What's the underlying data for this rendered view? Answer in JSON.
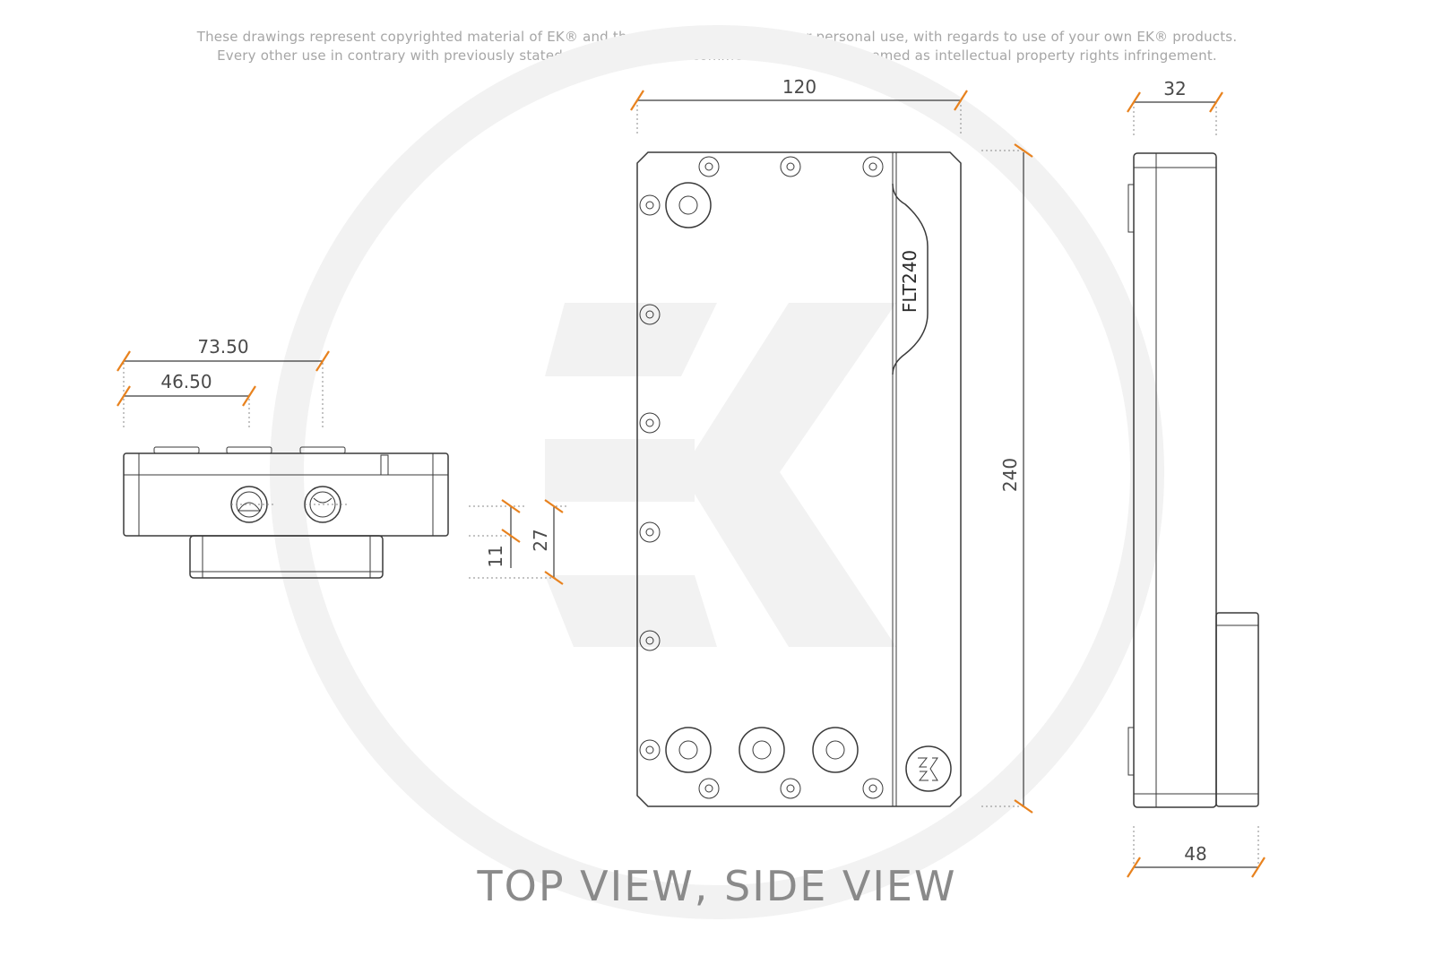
{
  "notice": {
    "line1": "These drawings represent copyrighted material of EK® and they are meant only for your personal use, with regards to use of  your own EK® products.",
    "line2": "Every other use in contrary with previously stated personal and non commercial use will be deemed as intellectual property rights infringement."
  },
  "dimensions": {
    "top_overall": "73.50",
    "top_port": "46.50",
    "height_small": "11",
    "height_total": "27",
    "width": "120",
    "length": "240",
    "side_depth": "32",
    "side_bottom": "48"
  },
  "model_label": "FLT240",
  "caption": "TOP VIEW, SIDE VIEW",
  "colors": {
    "accent": "#e8821e",
    "line": "#3a3a3a",
    "watermark": "#f2f2f2",
    "notice_text": "#a6a6a6"
  },
  "icons": {
    "watermark": "ek-logo-watermark",
    "badge": "ek-logo-badge"
  }
}
